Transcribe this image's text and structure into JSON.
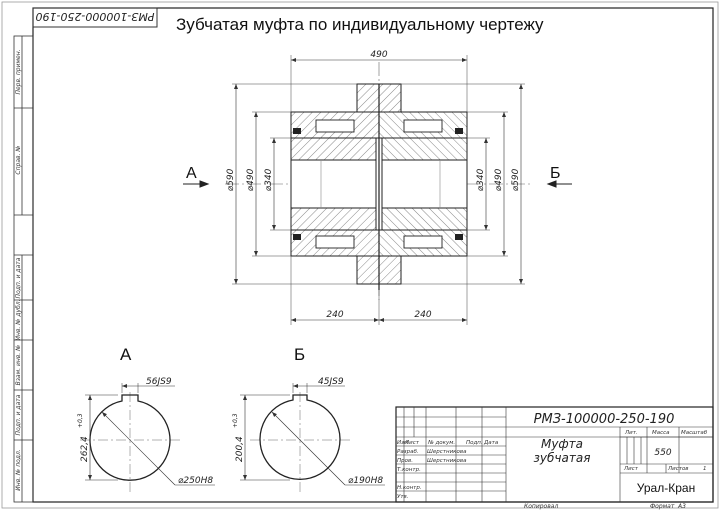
{
  "drawing": {
    "title": "Зубчатая муфта по индивидуальному чертежу",
    "stamp_rotated": "РМЗ-100000-250-190",
    "side_labels": [
      "Перв. примен.",
      "Справ. №",
      "Подп. и дата",
      "Инв. № дубл.",
      "Взам. инв. №",
      "Подп. и дата",
      "Инв. № подл."
    ],
    "main_view": {
      "dim_total_length": "490",
      "dim_left_half": "240",
      "dim_right_half": "240",
      "view_arrow_left": "А",
      "view_arrow_right": "Б",
      "left_diameters": [
        "⌀590",
        "⌀490",
        "⌀340"
      ],
      "right_diameters": [
        "⌀340",
        "⌀490",
        "⌀590"
      ]
    },
    "section_a": {
      "label": "А",
      "key_width": "56JS9",
      "depth": "262,4",
      "depth_tol": "+0,3",
      "bore": "⌀250H8"
    },
    "section_b": {
      "label": "Б",
      "key_width": "45JS9",
      "depth": "200,4",
      "depth_tol": "+0,3",
      "bore": "⌀190H8"
    },
    "title_block": {
      "designation": "РМЗ-100000-250-190",
      "name_line1": "Муфта",
      "name_line2": "зубчатая",
      "col_headers": [
        "Изм",
        "Лист",
        "№ докум.",
        "Подп.",
        "Дата"
      ],
      "roles": [
        "Разраб.",
        "Пров.",
        "Т.контр.",
        "",
        "Н.контр.",
        "Утв."
      ],
      "developer": "Шерстникова",
      "checker": "Шерстникова",
      "lit_header": "Лит.",
      "mass_header": "Масса",
      "scale_header": "Масштаб",
      "mass_value": "550",
      "sheet_label": "Лист",
      "sheets_label": "Листов",
      "sheets_value": "1",
      "company": "Урал-Кран",
      "copied": "Копировал",
      "format": "Формат",
      "format_value": "А3"
    }
  }
}
